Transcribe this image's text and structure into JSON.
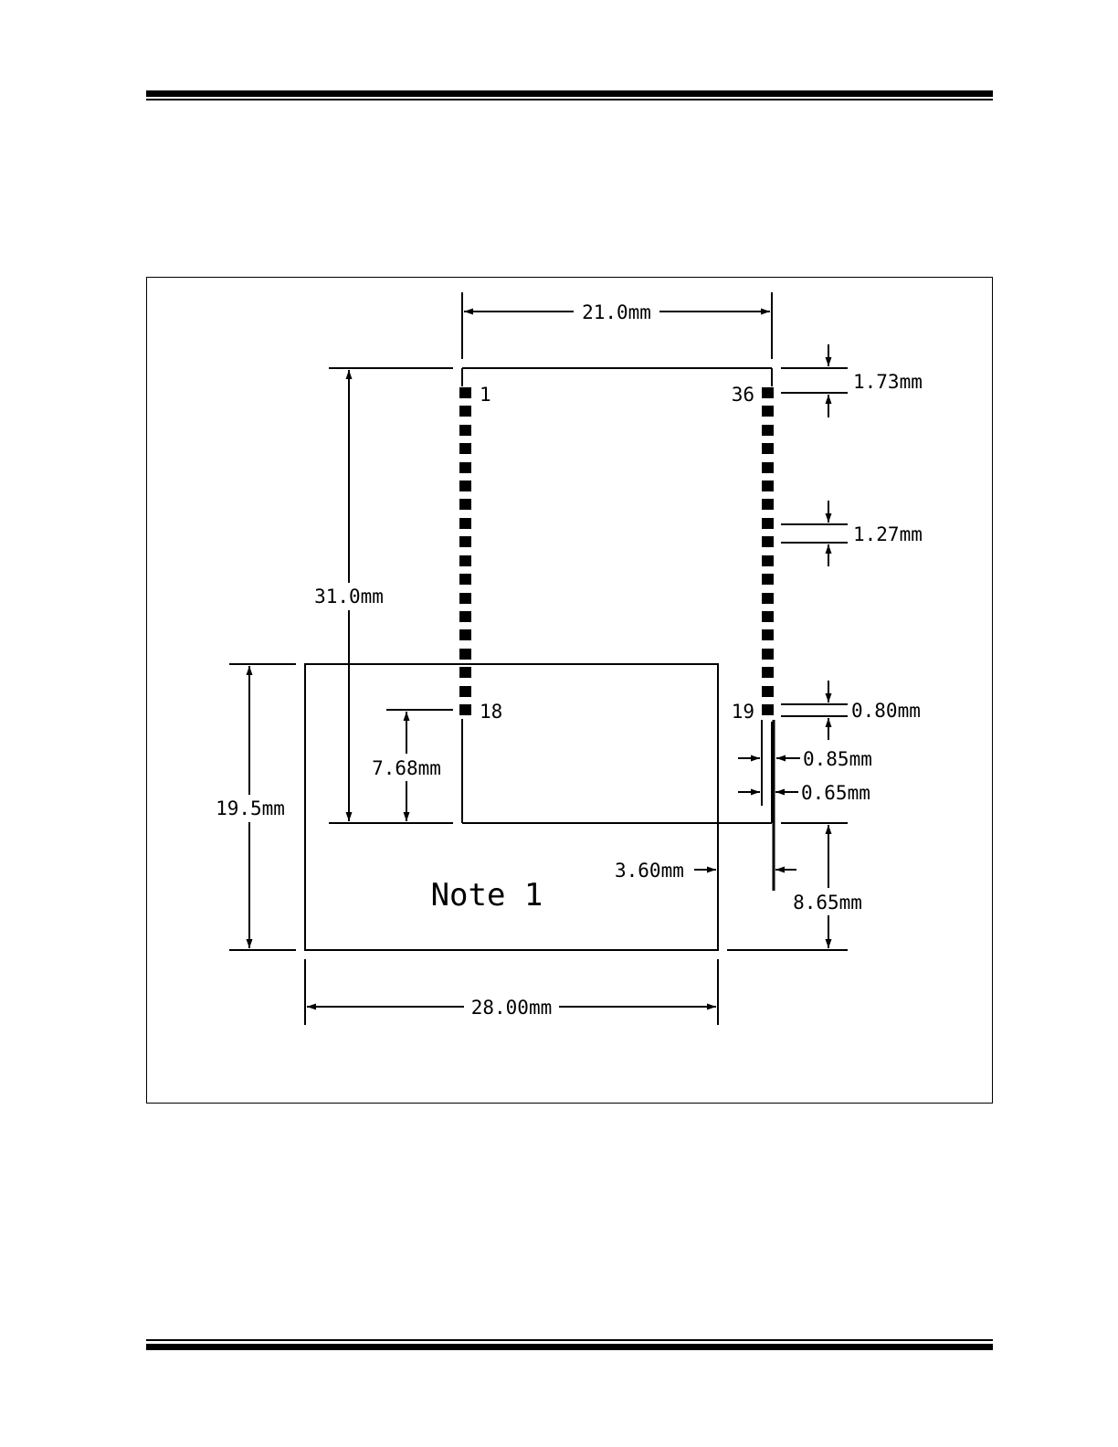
{
  "diagram": {
    "dimensions": {
      "module_width": "21.0mm",
      "top_to_first_pad": "1.73mm",
      "pad_pitch": "1.27mm",
      "pad_size": "0.80mm",
      "module_length": "31.0mm",
      "keepout_height": "19.5mm",
      "last_pad_to_keepout_edge": "7.68mm",
      "pad_length": "0.85mm",
      "pad_inset": "0.65mm",
      "keepout_overhang": "3.60mm",
      "bottom_extension": "8.65mm",
      "keepout_width": "28.00mm"
    },
    "pins": {
      "left_top": "1",
      "left_bottom": "18",
      "right_top": "36",
      "right_bottom": "19"
    },
    "pads_per_side": 18,
    "note_label": "Note 1"
  },
  "colors": {
    "ink": "#000000",
    "background": "#ffffff"
  }
}
